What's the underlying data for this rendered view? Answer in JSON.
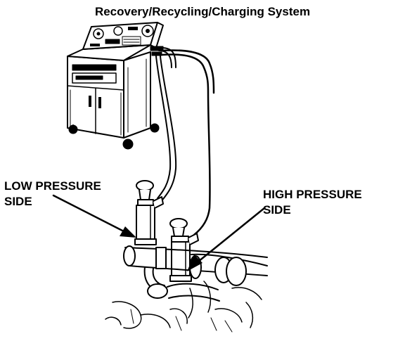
{
  "title": "Recovery/Recycling/Charging System",
  "labels": {
    "low_line1": "LOW PRESSURE",
    "low_line2": "SIDE",
    "high_line1": "HIGH PRESSURE",
    "high_line2": "SIDE"
  }
}
